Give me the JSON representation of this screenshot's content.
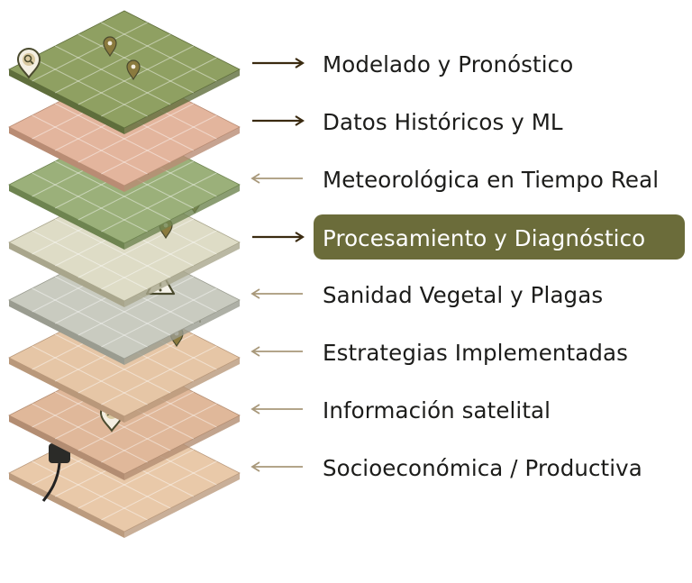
{
  "colors": {
    "accent": "#6b6c3a",
    "arrow_dark": "#3a2a10",
    "arrow_light": "#a8987a"
  },
  "layers": [
    {
      "label": "Modelado y Pronóstico",
      "arrow": "outgoing",
      "active": false,
      "top": "#8fa062",
      "side": "#5f6e3c",
      "icons": [
        "magnifier-pin-icon",
        "map-pin-icon",
        "map-pin-icon"
      ]
    },
    {
      "label": "Datos Históricos y ML",
      "arrow": "outgoing",
      "active": false,
      "top": "#e3b59d",
      "side": "#b98c74",
      "icons": []
    },
    {
      "label": "Meteorológica en Tiempo Real",
      "arrow": "incoming",
      "active": false,
      "top": "#9bb07a",
      "side": "#6e8450",
      "icons": [
        "rain-cloud-icon",
        "sprout-icon",
        "sprout-icon"
      ]
    },
    {
      "label": "Procesamiento y Diagnóstico",
      "arrow": "outgoing",
      "active": true,
      "top": "#dedcc6",
      "side": "#a9a68c",
      "icons": [
        "cloud-icon",
        "map-pin-icon",
        "map-pin-icon"
      ]
    },
    {
      "label": "Sanidad Vegetal y Plagas",
      "arrow": "incoming",
      "active": false,
      "top": "#c9cbc0",
      "side": "#9a9c90",
      "icons": [
        "leaf-pin-icon",
        "plant-warning-icon",
        "warning-icon",
        "map-pin-icon"
      ]
    },
    {
      "label": "Estrategias Implementadas",
      "arrow": "incoming",
      "active": false,
      "top": "#e6c6a6",
      "side": "#b9987a",
      "icons": [
        "leaf-pin-icon",
        "bug-pin-icon",
        "sprout-icon",
        "map-pin-icon"
      ]
    },
    {
      "label": "Información satelital",
      "arrow": "incoming",
      "active": false,
      "top": "#e0b89a",
      "side": "#b38d72",
      "icons": [
        "bug-pin-icon"
      ]
    },
    {
      "label": "Socioeconómica / Productiva",
      "arrow": "incoming",
      "active": false,
      "top": "#e9c9a9",
      "side": "#bb9b7e",
      "icons": [
        "power-plug-icon"
      ]
    }
  ]
}
